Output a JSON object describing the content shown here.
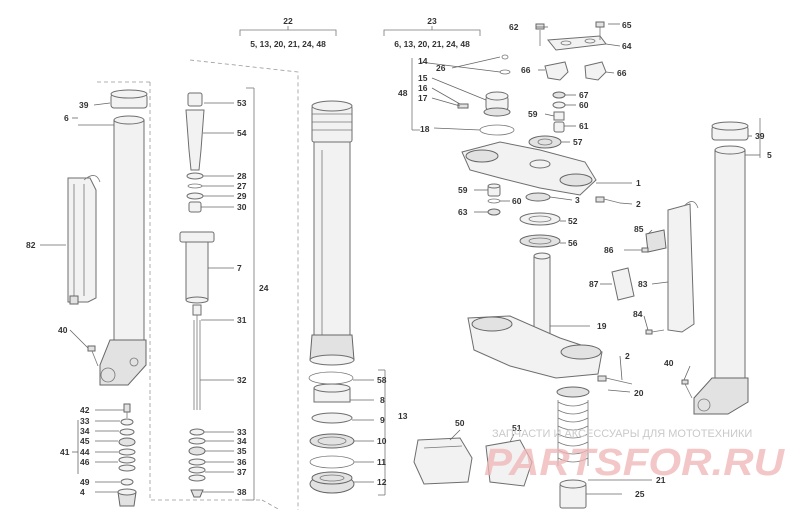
{
  "callouts": {
    "c1": "1",
    "c2": "2",
    "c2b": "2",
    "c3": "3",
    "c4": "4",
    "c5": "5",
    "c6": "6",
    "c7": "7",
    "c8": "8",
    "c9": "9",
    "c10": "10",
    "c11": "11",
    "c12": "12",
    "c13": "13",
    "c14": "14",
    "c15": "15",
    "c16": "16",
    "c17": "17",
    "c18": "18",
    "c19": "19",
    "c20": "20",
    "c21": "21",
    "c24": "24",
    "c25": "25",
    "c26": "26",
    "c27": "27",
    "c28": "28",
    "c29": "29",
    "c30": "30",
    "c31": "31",
    "c32": "32",
    "c33": "33",
    "c33b": "33",
    "c34": "34",
    "c34b": "34",
    "c35": "35",
    "c36": "36",
    "c37": "37",
    "c38": "38",
    "c39": "39",
    "c39b": "39",
    "c40": "40",
    "c40b": "40",
    "c41": "41",
    "c42": "42",
    "c44": "44",
    "c45": "45",
    "c46": "46",
    "c48": "48",
    "c49": "49",
    "c50": "50",
    "c51": "51",
    "c52": "52",
    "c53": "53",
    "c54": "54",
    "c56": "56",
    "c57": "57",
    "c58": "58",
    "c59": "59",
    "c59b": "59",
    "c60": "60",
    "c60b": "60",
    "c61": "61",
    "c62": "62",
    "c63": "63",
    "c64": "64",
    "c65": "65",
    "c66": "66",
    "c66b": "66",
    "c67": "67",
    "c82": "82",
    "c83": "83",
    "c84": "84",
    "c85": "85",
    "c86": "86",
    "c87": "87"
  },
  "groups": {
    "g22": {
      "number": "22",
      "parts": "5, 13, 20, 21, 24, 48"
    },
    "g23": {
      "number": "23",
      "parts": "6, 13, 20, 21, 24, 48"
    }
  },
  "watermark": {
    "caption": "ЗАПЧАСТИ И АКСЕССУАРЫ ДЛЯ МОТОТЕХНИКИ",
    "logo": "PARTSFOR.RU"
  }
}
